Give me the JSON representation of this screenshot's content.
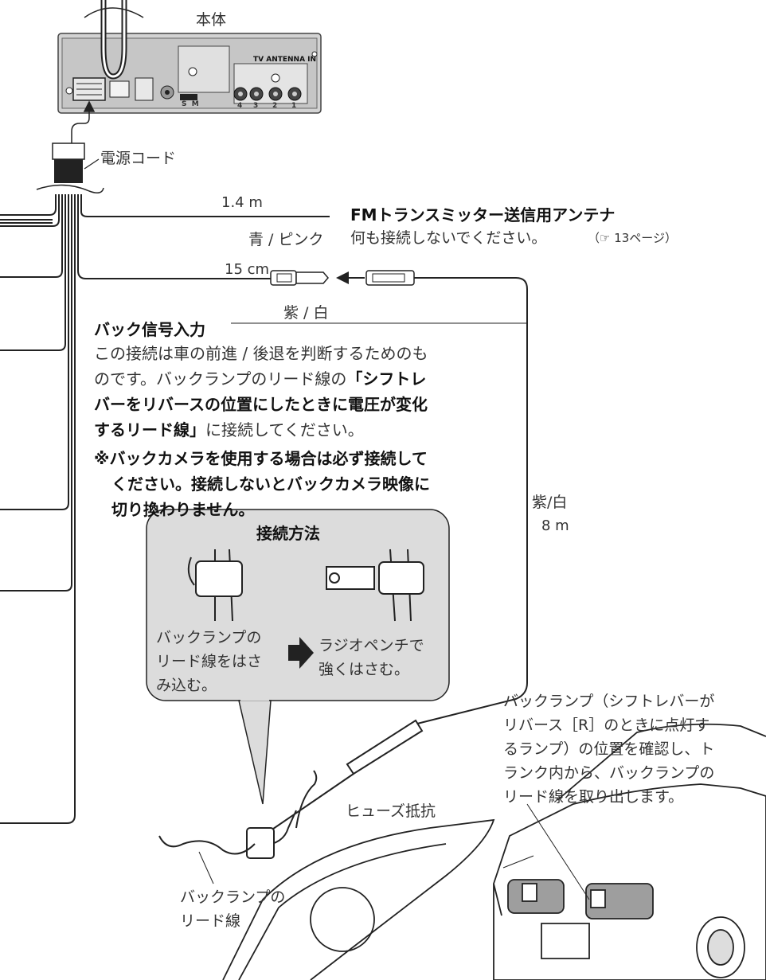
{
  "labels": {
    "main_unit": "本体",
    "power_cord": "電源コード",
    "length_1_4m": "1.4 m",
    "fm_antenna_title": "FMトランスミッター送信用アンテナ",
    "blue_pink": "青 / ピンク",
    "no_connect": "何も接続しないでください。",
    "page_ref": "（☞ 13ページ）",
    "length_15cm": "15 cm",
    "purple_white": "紫 / 白",
    "back_signal": "バック信号入力",
    "purple_white_2": "紫/白",
    "length_8m": "8 m",
    "fuse_resistor": "ヒューズ抵抗",
    "tv_antenna_in": "TV ANTENNA IN",
    "port_labels": [
      "4",
      "3",
      "2",
      "1"
    ],
    "sm_label": "S  M"
  },
  "description": {
    "line1": "この接続は車の前進 / 後退を判断するためのも",
    "line2a": "のです。バックランプのリード線の",
    "line2b": "「シフトレ",
    "line3": "バーをリバースの位置にしたときに電圧が変化",
    "line4a": "するリード線」",
    "line4b": "に接続してください。"
  },
  "note": {
    "line1": "※バックカメラを使用する場合は必ず接続して",
    "line2": "ください。接続しないとバックカメラ映像に",
    "line3": "切り換わりません。"
  },
  "method_box": {
    "title": "接続方法",
    "step1_line1": "バックランプの",
    "step1_line2": "リード線をはさ",
    "step1_line3": "み込む。",
    "step2_line1": "ラジオペンチで",
    "step2_line2": "強くはさむ。"
  },
  "backlamp_note": {
    "line1": "バックランプ（シフトレバーが",
    "line2": "リバース［R］のときに点灯す",
    "line3": "るランプ）の位置を確認し、ト",
    "line4": "ランク内から、バックランプの",
    "line5": "リード線を取り出します。"
  },
  "lead_wire": {
    "line1": "バックランプの",
    "line2": "リード線"
  }
}
